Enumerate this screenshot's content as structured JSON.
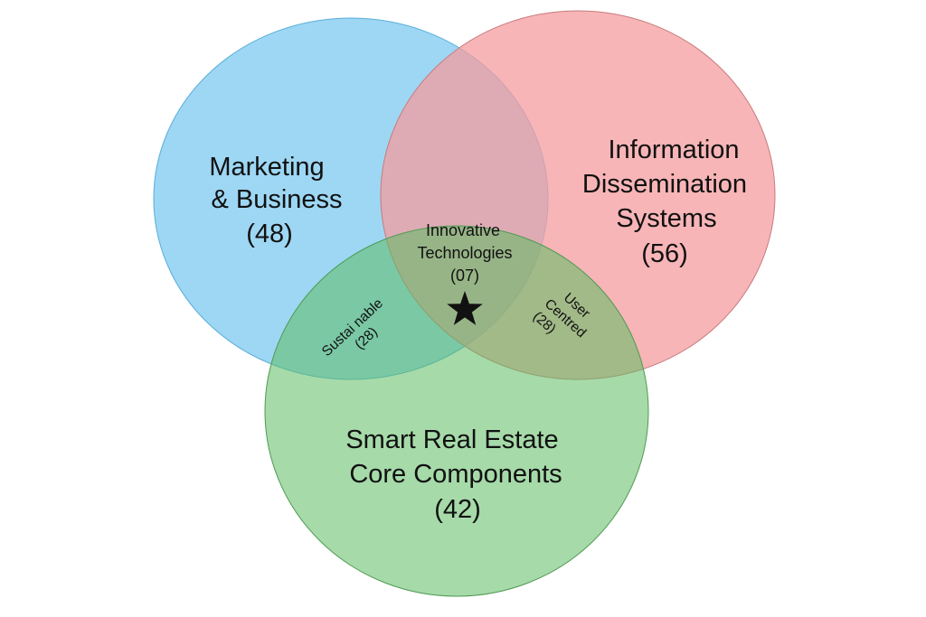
{
  "colors": {
    "blue_fill": "#7ccaf0",
    "blue_stroke": "#5aaed8",
    "red_fill": "#f49c9f",
    "red_stroke": "#c97a7c",
    "green_fill": "#5dbb63",
    "green_stroke": "#4f9a52",
    "star": "#111111"
  },
  "sets": {
    "marketing": {
      "line1": "Marketing",
      "line2": "& Business",
      "count": "(48)"
    },
    "information": {
      "line1": "Information",
      "line2": "Dissemination",
      "line3": "Systems",
      "count": "(56)"
    },
    "smart": {
      "line1": "Smart Real Estate",
      "line2": "Core Components",
      "count": "(42)"
    }
  },
  "intersections": {
    "innovative": {
      "line1": "Innovative",
      "line2": "Technologies",
      "count": "(07)"
    },
    "sustainable": {
      "line1": "Sustai nable",
      "count": "(28)"
    },
    "user_centred": {
      "line1": "User",
      "line2": "Centred",
      "count": "(28)"
    }
  },
  "star_icon": "star-icon"
}
